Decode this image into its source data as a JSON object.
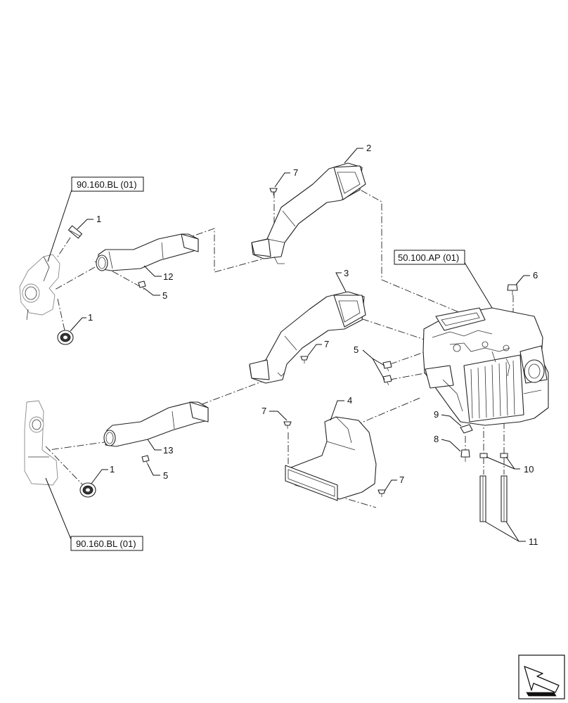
{
  "references": {
    "ref_top_left": "90.160.BL (01)",
    "ref_unit": "50.100.AP (01)",
    "ref_bottom_left": "90.160.BL (01)"
  },
  "callouts": {
    "c1_top": "1",
    "c1_mid": "1",
    "c1_bottom": "1",
    "c2": "2",
    "c3": "3",
    "c4": "4",
    "c5_top": "5",
    "c5_right": "5",
    "c5_bottom": "5",
    "c6": "6",
    "c7_top": "7",
    "c7_mid": "7",
    "c7_left": "7",
    "c7_bottom": "7",
    "c8": "8",
    "c9": "9",
    "c10": "10",
    "c11": "11",
    "c12": "12",
    "c13": "13"
  },
  "icons": {
    "nav": "arrow-navigation-icon"
  }
}
